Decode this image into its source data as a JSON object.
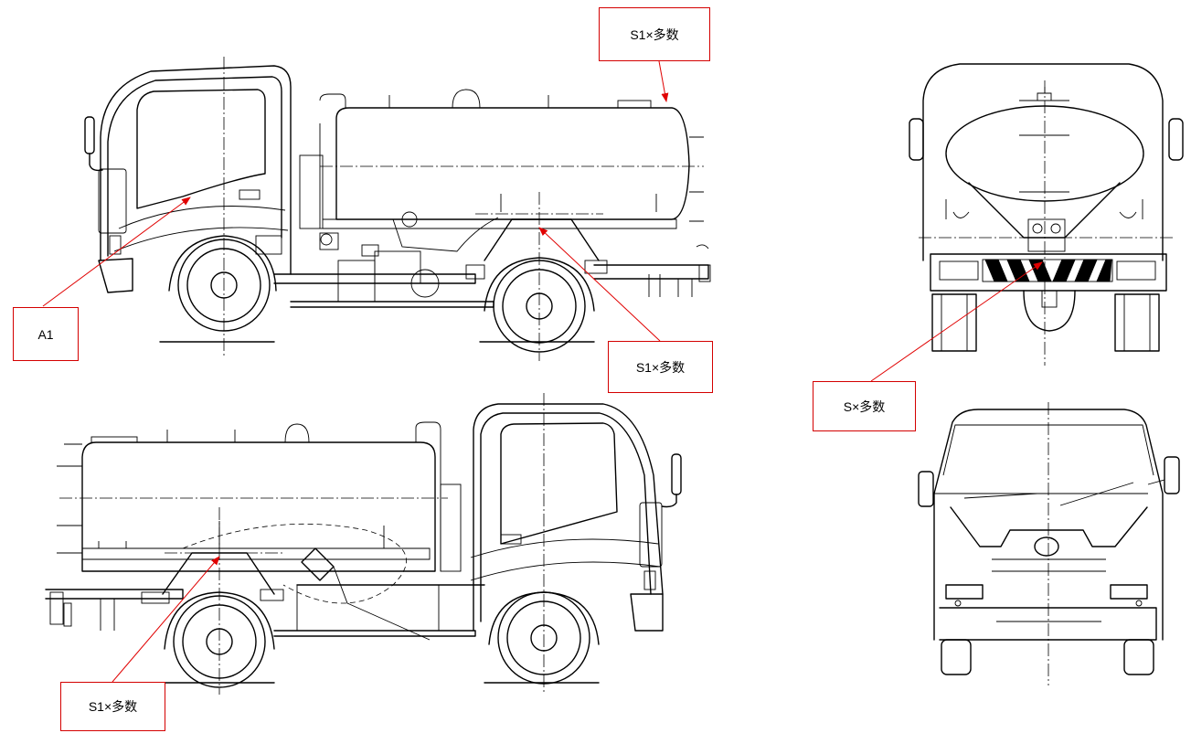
{
  "callouts": {
    "top_right": "S1×多数",
    "left": "A1",
    "middle": "S1×多数",
    "rear": "S×多数",
    "bottom": "S1×多数"
  },
  "colors": {
    "line": "#000000",
    "leader": "#e00000",
    "callout_border": "#d40000",
    "background": "#ffffff"
  },
  "icons": {
    "arrowhead": "arrow-head-icon"
  }
}
